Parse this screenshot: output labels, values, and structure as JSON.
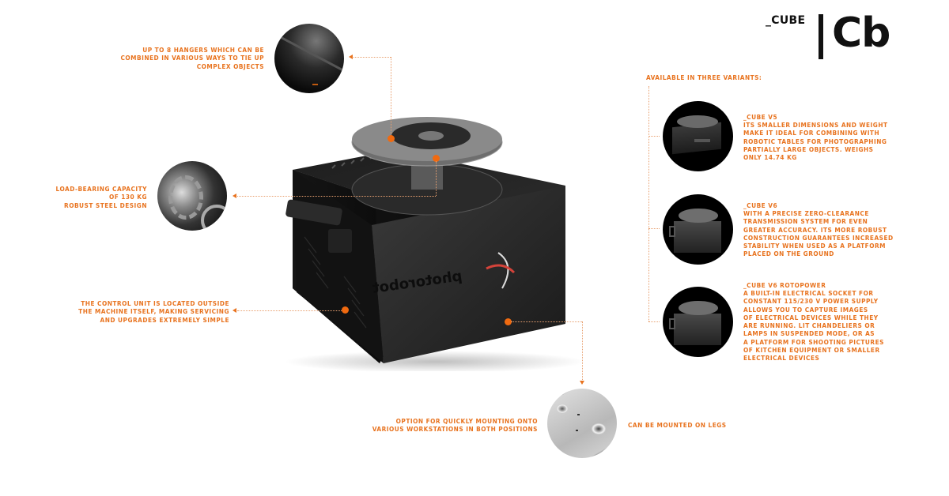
{
  "brand": {
    "prefix": "_CUBE",
    "symbol": "Cb",
    "accent_color": "#e8731f",
    "dot_color": "#f06a10"
  },
  "callouts": {
    "hangers": "UP TO 8 HANGERS WHICH CAN BE\nCOMBINED IN VARIOUS WAYS TO TIE UP\nCOMPLEX OBJECTS",
    "load": "LOAD-BEARING CAPACITY\nOF 130 kg\nROBUST STEEL DESIGN",
    "control": "THE CONTROL UNIT IS LOCATED OUTSIDE\nTHE MACHINE ITSELF, MAKING SERVICING\nAND UPGRADES EXTREMELY SIMPLE",
    "mounting": "OPTION FOR QUICKLY MOUNTING ONTO\nVARIOUS WORKSTATIONS IN BOTH POSITIONS",
    "legs": "CAN BE MOUNTED ON LEGS"
  },
  "variants": {
    "heading": "AVAILABLE IN THREE VARIANTS:",
    "items": [
      {
        "name": "_CUBE V5",
        "description": "ITS SMALLER DIMENSIONS AND WEIGHT\nMAKE IT IDEAL FOR COMBINING WITH\nROBOTIC TABLES FOR PHOTOGRAPHING\nPARTIALLY LARGE OBJECTS. WEIGHS\nONLY 14.74 kg"
      },
      {
        "name": "_CUBE V6",
        "description": "WITH A PRECISE ZERO-CLEARANCE\nTRANSMISSION SYSTEM FOR EVEN\nGREATER ACCURACY. ITS MORE ROBUST\nCONSTRUCTION GUARANTEES INCREASED\nSTABILITY WHEN USED AS A PLATFORM\nPLACED ON THE GROUND"
      },
      {
        "name": "_CUBE V6 ROTOPOWER",
        "description": "A BUILT-IN ELECTRICAL SOCKET FOR\nCONSTANT 115/230 V POWER SUPPLY\nALLOWS YOU TO CAPTURE IMAGES\nOF ELECTRICAL DEVICES WHILE THEY\nARE RUNNING. LIT CHANDELIERS OR\nLAMPS IN SUSPENDED MODE, OR AS\nA PLATFORM FOR SHOOTING PICTURES\nOF KITCHEN EQUIPMENT OR SMALLER\nELECTRICAL DEVICES"
      }
    ]
  },
  "product": {
    "logo_text": "photorobot"
  }
}
